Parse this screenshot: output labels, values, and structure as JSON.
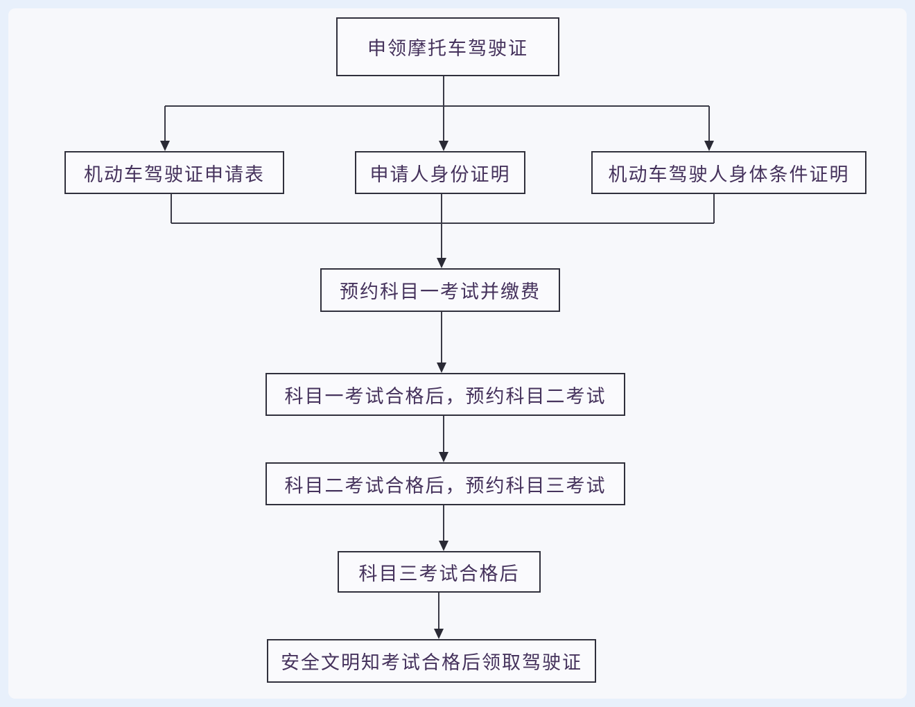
{
  "colors": {
    "page_frame": "#e8f0fb",
    "canvas_background": "#f7f8fb",
    "box_fill": "#fafafd",
    "box_border": "#30303c",
    "text": "#45325c",
    "connector": "#3a3a46"
  },
  "flowchart": {
    "nodes": [
      {
        "id": "apply-license",
        "label": "申领摩托车驾驶证"
      },
      {
        "id": "application-form",
        "label": "机动车驾驶证申请表"
      },
      {
        "id": "identity-proof",
        "label": "申请人身份证明"
      },
      {
        "id": "physical-condition-proof",
        "label": "机动车驾驶人身体条件证明"
      },
      {
        "id": "book-subject1-pay",
        "label": "预约科目一考试并缴费"
      },
      {
        "id": "pass-subject1-book-subject2",
        "label": "科目一考试合格后，预约科目二考试"
      },
      {
        "id": "pass-subject2-book-subject3",
        "label": "科目二考试合格后，预约科目三考试"
      },
      {
        "id": "pass-subject3",
        "label": "科目三考试合格后"
      },
      {
        "id": "safety-exam-get-license",
        "label": "安全文明知考试合格后领取驾驶证"
      }
    ]
  }
}
